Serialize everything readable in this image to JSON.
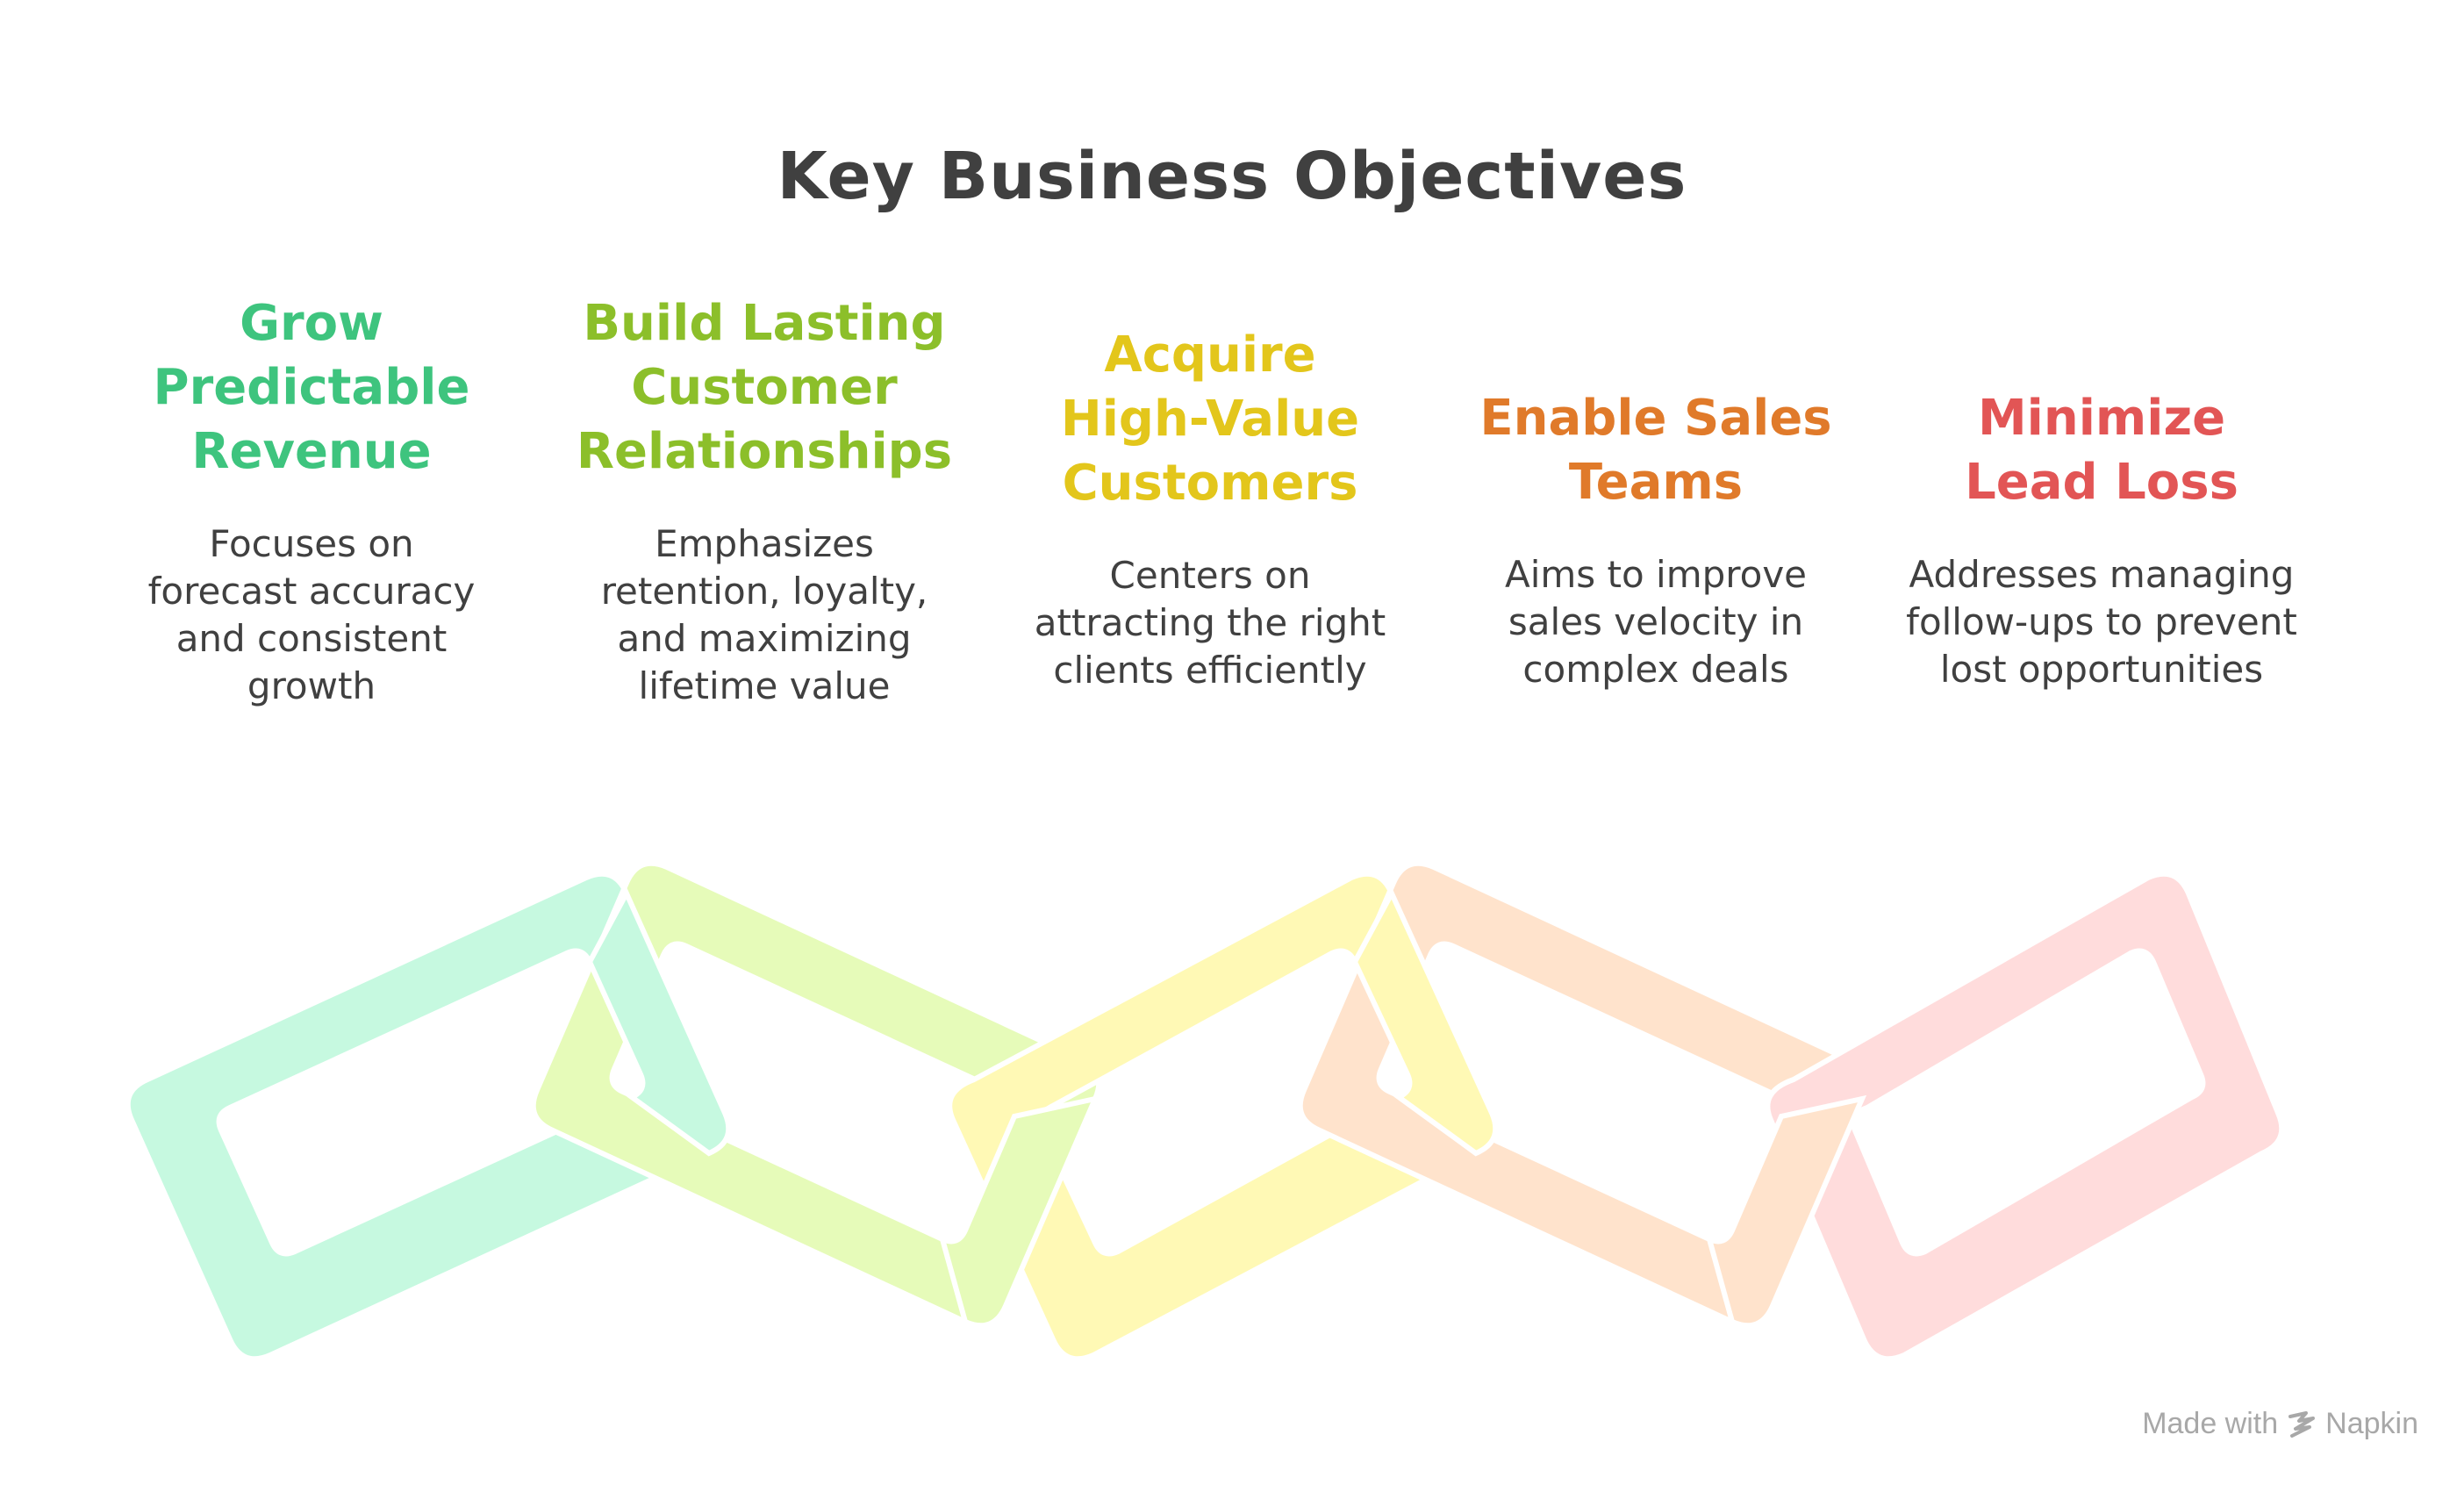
{
  "title": "Key Business Objectives",
  "objectives": [
    {
      "title": "Grow Predictable Revenue",
      "title_lines": [
        "Grow",
        "Predictable",
        "Revenue"
      ],
      "description": "Focuses on forecast accuracy and consistent growth",
      "desc_lines": [
        "Focuses on",
        "forecast accuracy",
        "and consistent",
        "growth"
      ],
      "title_color": "#3ec47e",
      "link_color": "#c6f9e0"
    },
    {
      "title": "Build Lasting Customer Relationships",
      "title_lines": [
        "Build Lasting",
        "Customer",
        "Relationships"
      ],
      "description": "Emphasizes retention, loyalty, and maximizing lifetime value",
      "desc_lines": [
        "Emphasizes",
        "retention, loyalty,",
        "and maximizing",
        "lifetime value"
      ],
      "title_color": "#8cbf2a",
      "link_color": "#e6fbb9"
    },
    {
      "title": "Acquire High-Value Customers",
      "title_lines": [
        "Acquire",
        "High-Value",
        "Customers"
      ],
      "description": "Centers on attracting the right clients efficiently",
      "desc_lines": [
        "Centers on",
        "attracting the right",
        "clients efficiently"
      ],
      "title_color": "#e3c61b",
      "link_color": "#fff9b5"
    },
    {
      "title": "Enable Sales Teams",
      "title_lines": [
        "Enable Sales",
        "Teams"
      ],
      "description": "Aims to improve sales velocity in complex deals",
      "desc_lines": [
        "Aims to improve",
        "sales velocity in",
        "complex deals"
      ],
      "title_color": "#e07a2a",
      "link_color": "#ffe3cc"
    },
    {
      "title": "Minimize Lead Loss",
      "title_lines": [
        "Minimize",
        "Lead Loss"
      ],
      "description": "Addresses managing follow-ups to prevent lost opportunities",
      "desc_lines": [
        "Addresses managing",
        "follow-ups to prevent",
        "lost opportunities"
      ],
      "title_color": "#e25555",
      "link_color": "#ffdcdc"
    }
  ],
  "watermark": {
    "prefix": "Made with",
    "brand": "Napkin",
    "icon": "napkin-logo-icon"
  }
}
